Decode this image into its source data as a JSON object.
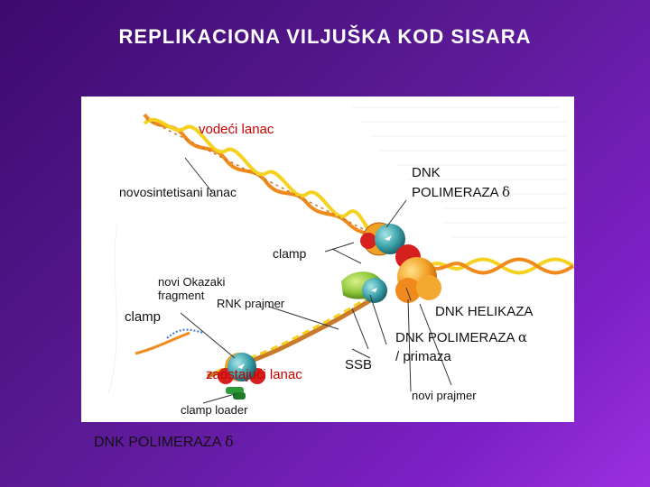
{
  "title": "REPLIKACIONA  VILJUŠKA  KOD  SISARA",
  "labels": {
    "leading_strand": "vodeći lanac",
    "new_strand": "novosintetisani lanac",
    "pol_delta_top_line1": "DNK",
    "pol_delta_top_line2": "POLIMERAZA",
    "greek_delta": "δ",
    "greek_alpha": "α",
    "clamp_top": "clamp",
    "okazaki_line1": "novi Okazaki",
    "okazaki_line2": "fragment",
    "rna_primer": "RNK prajmer",
    "clamp_left": "clamp",
    "helicase": "DNK HELIKAZA",
    "lagging_strand": "zaostajući lanac",
    "ssb": "SSB",
    "pol_alpha_line1": "DNK POLIMERAZA",
    "pol_alpha_line2": "/ primaza",
    "new_primer": "novi prajmer",
    "clamp_loader": "clamp loader",
    "pol_delta_bottom": "DNK POLIMERAZA"
  },
  "colors": {
    "background_start": "#3d0a6e",
    "background_end": "#9a30e0",
    "leading_label": "#cc0000",
    "label_dark": "#111111",
    "helix_orange": "#f08a1c",
    "helix_yellow": "#f5d21f",
    "helix_tan": "#c97a2a",
    "polymerase_teal": "#3aa0a8",
    "helicase_orange": "#f2a024",
    "clamp_red": "#d62020",
    "loader_green": "#2e9a3a"
  }
}
